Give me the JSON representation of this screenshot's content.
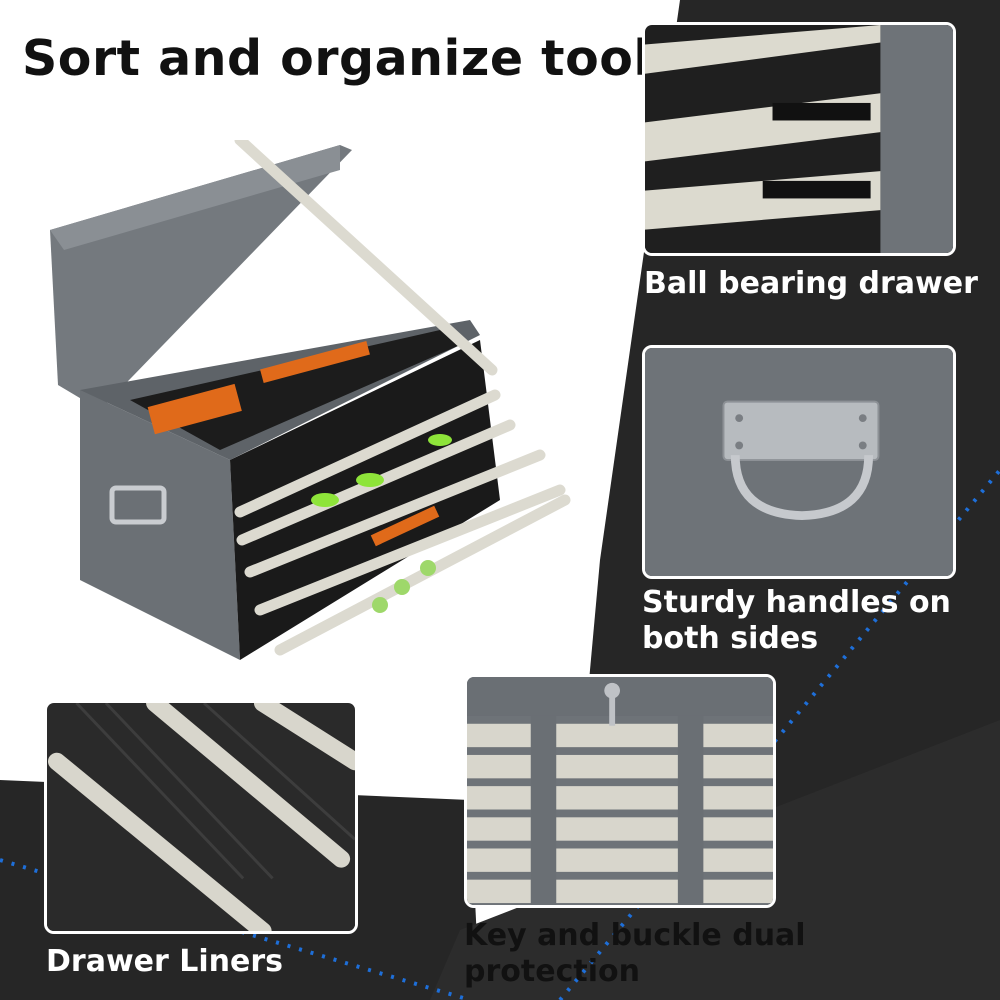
{
  "title": "Sort and organize tools",
  "features": [
    {
      "caption": "Ball bearing drawer"
    },
    {
      "caption_lines": [
        "Sturdy handles on",
        "both sides"
      ]
    },
    {
      "caption": "Drawer Liners"
    },
    {
      "caption_lines": [
        "Key and buckle dual",
        "protection"
      ]
    }
  ],
  "colors": {
    "body_gray": "#6e7378",
    "dark_band": "#262626",
    "rail_beige": "#d8d6cc",
    "dot_blue": "#1e6fd9"
  }
}
